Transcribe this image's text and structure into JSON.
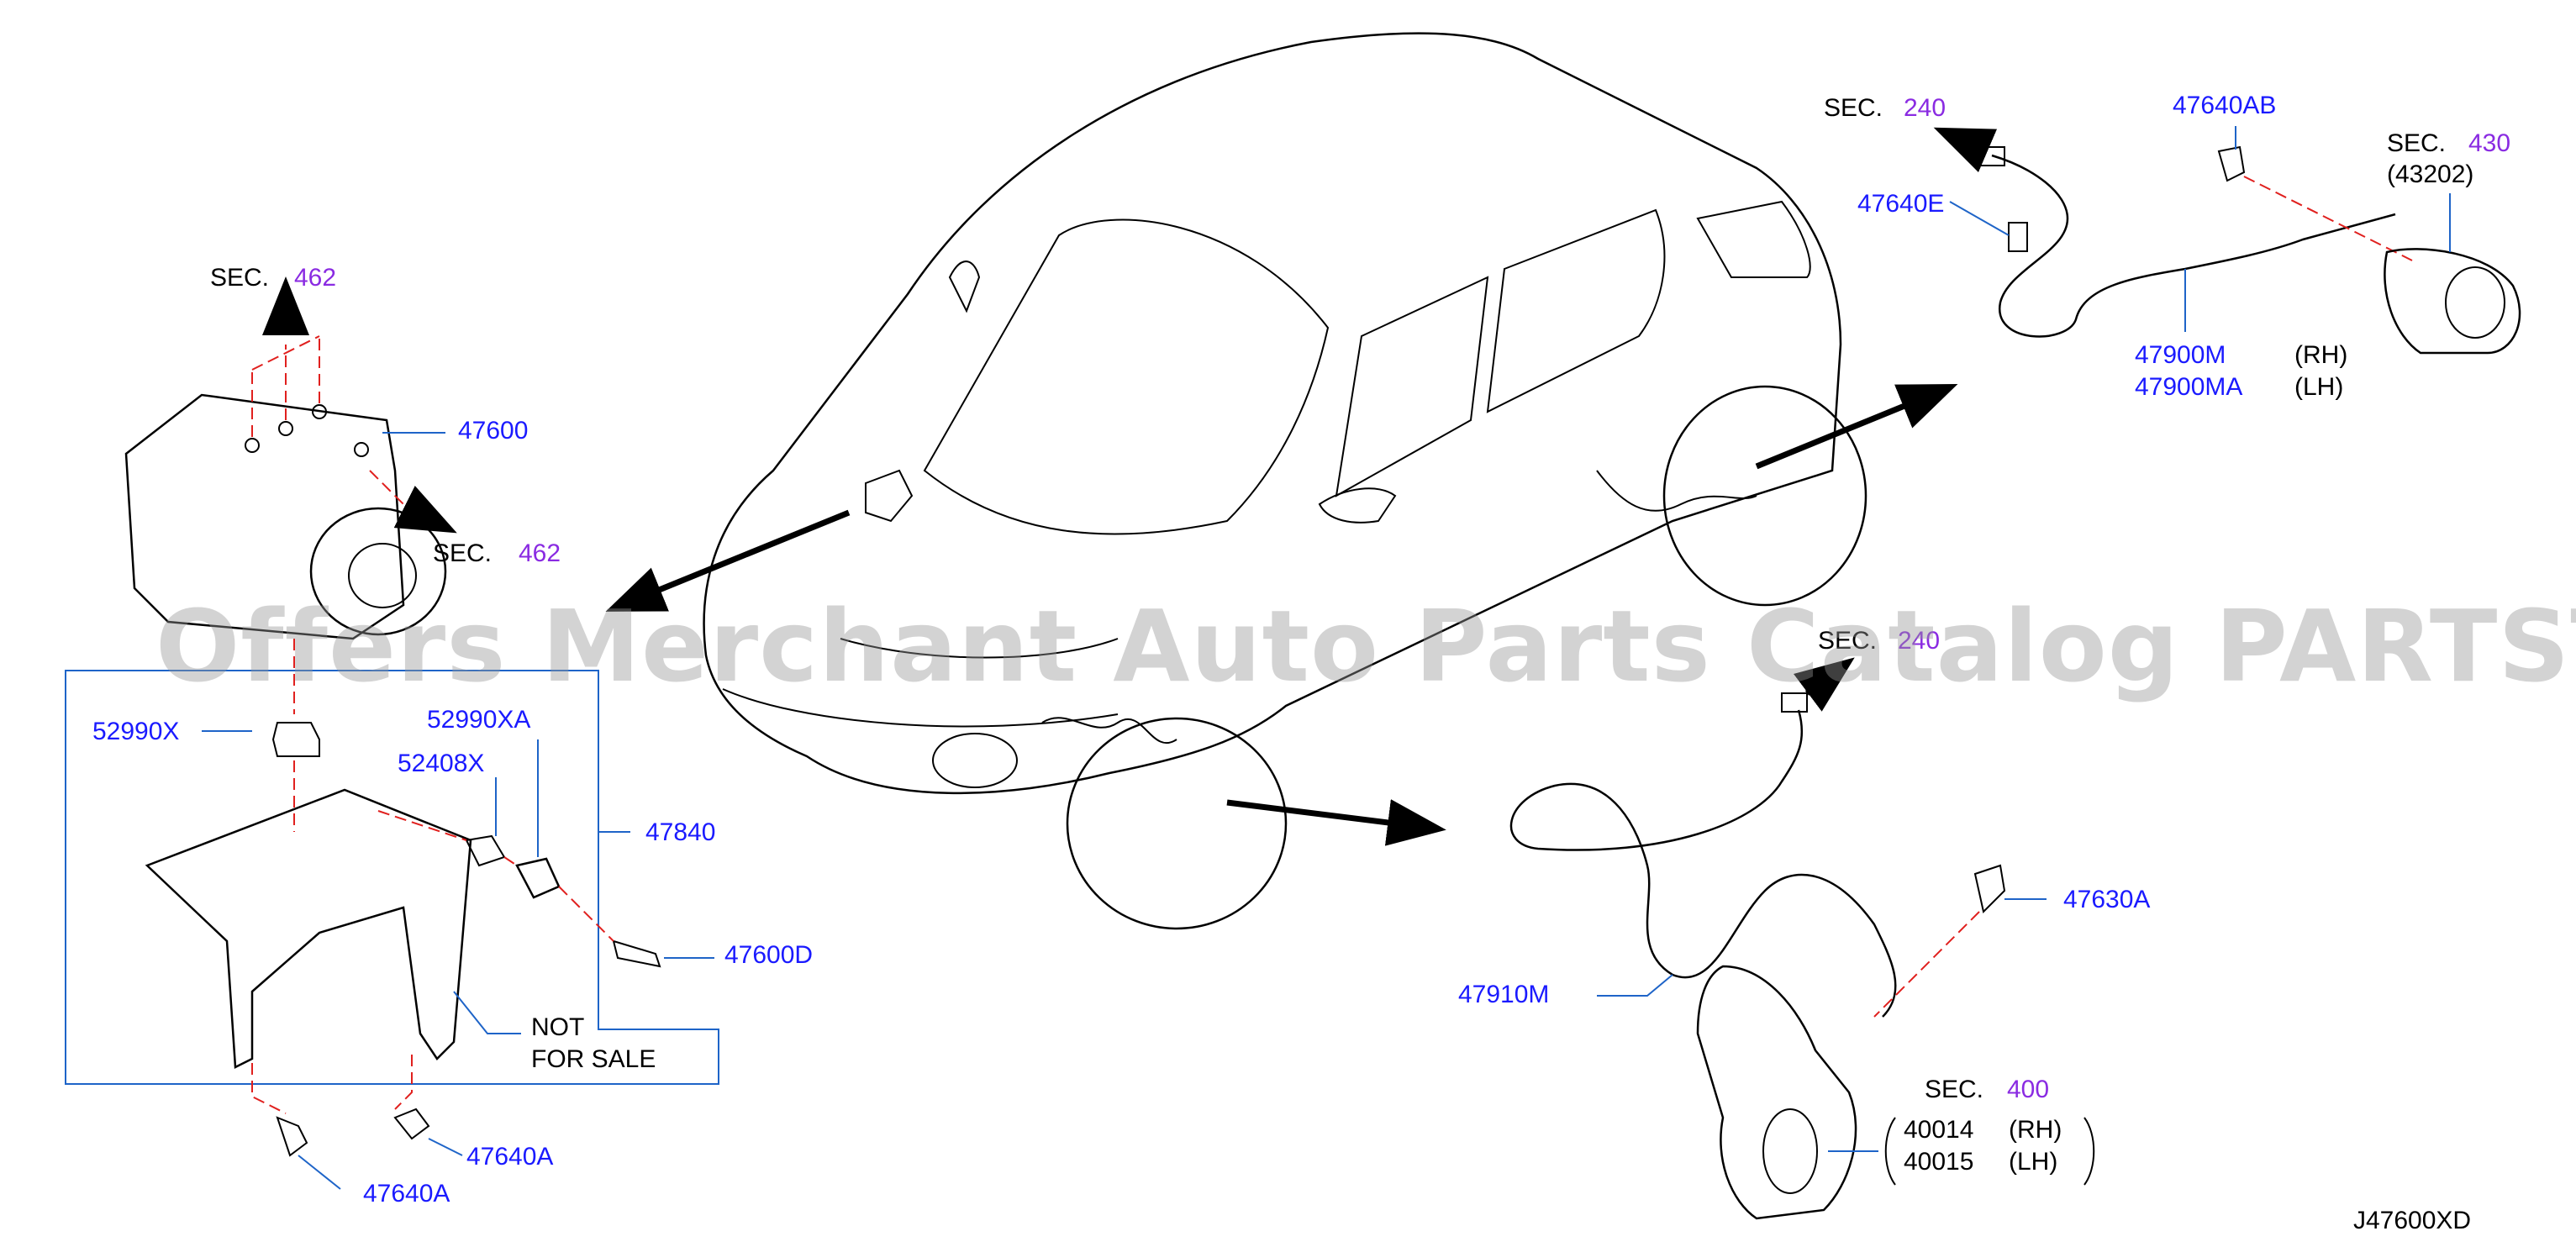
{
  "labels": {
    "sec_462_top": {
      "sec": "SEC.",
      "num": "462"
    },
    "sec_462_side": {
      "sec": "SEC.",
      "num": "462"
    },
    "sec_240_top": {
      "sec": "SEC.",
      "num": "240"
    },
    "sec_240_mid": {
      "sec": "SEC.",
      "num": "240"
    },
    "sec_430": {
      "sec": "SEC.",
      "num": "430",
      "sub": "(43202)"
    },
    "sec_400": {
      "sec": "SEC.",
      "num": "400"
    },
    "p47600": "47600",
    "p52990X": "52990X",
    "p52990XA": "52990XA",
    "p52408X": "52408X",
    "p47840": "47840",
    "p47600D": "47600D",
    "not_for_sale": {
      "line1": "NOT",
      "line2": "FOR   SALE"
    },
    "p47640A_a": "47640A",
    "p47640A_b": "47640A",
    "p47640E": "47640E",
    "p47640AB": "47640AB",
    "p47900M": "47900M",
    "p47900MA": "47900MA",
    "rh_1": "(RH)",
    "lh_1": "(LH)",
    "p47910M": "47910M",
    "p47630A": "47630A",
    "p40014": "40014",
    "p40015": "40015",
    "rh_2": "(RH)",
    "lh_2": "(LH)",
    "diagram_code": "J47600XD"
  },
  "watermark": "Offers Merchant Auto Parts Catalog PARTSTORE.SA",
  "colors": {
    "part_number": "#1a1aff",
    "section_number": "#8a2be2",
    "leader": "#1e64c8",
    "dashed": "#e0201e"
  }
}
